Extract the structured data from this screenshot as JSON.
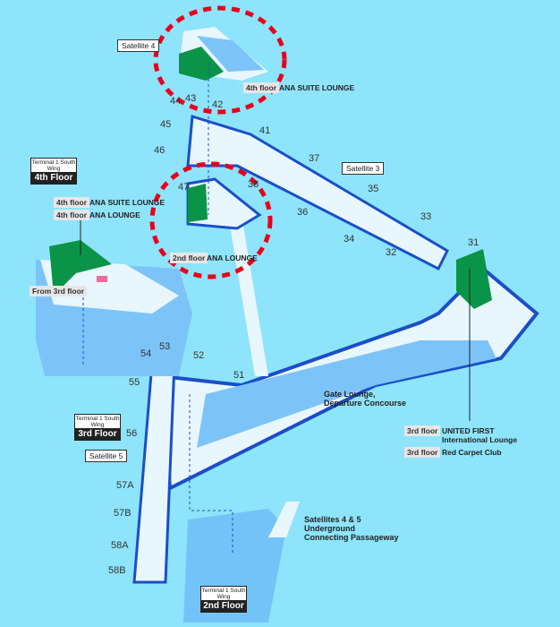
{
  "colors": {
    "background": "#8ee4fb",
    "concourse": "#e8f6fd",
    "floor": "#7cc4f8",
    "wall": "#1a4fc7",
    "lounge": "#0a9447",
    "highlight": "#e8001c"
  },
  "floor_boxes": [
    {
      "title": "Terminal 1 South Wing",
      "floor": "4th Floor"
    },
    {
      "title": "Terminal 1 South Wing",
      "floor": "3rd Floor"
    },
    {
      "title": "Terminal 1 South Wing",
      "floor": "2nd Floor"
    }
  ],
  "satellites": {
    "s4": "Satellite 4",
    "s3": "Satellite 3",
    "s5": "Satellite 5"
  },
  "lounges": [
    {
      "floor": "4th floor",
      "name": "ANA SUITE LOUNGE"
    },
    {
      "floor": "4th floor",
      "name": "ANA SUITE LOUNGE"
    },
    {
      "floor": "4th floor",
      "name": "ANA LOUNGE"
    },
    {
      "floor": "2nd floor",
      "name": "ANA LOUNGE"
    },
    {
      "floor": "3rd floor",
      "name": "UNITED FIRST International Lounge"
    },
    {
      "floor": "3rd floor",
      "name": "Red Carpet Club"
    }
  ],
  "labels": {
    "from3": "From 3rd floor",
    "gate_lounge_1": "Gate Lounge,",
    "gate_lounge_2": "Departure Concourse",
    "passage_1": "Satellites 4 & 5",
    "passage_2": "Underground",
    "passage_3": "Connecting Passageway"
  },
  "gates": [
    "41",
    "42",
    "43",
    "44",
    "45",
    "46",
    "47",
    "38",
    "37",
    "36",
    "35",
    "34",
    "33",
    "32",
    "31",
    "51",
    "52",
    "53",
    "54",
    "55",
    "56",
    "57A",
    "57B",
    "58A",
    "58B"
  ]
}
